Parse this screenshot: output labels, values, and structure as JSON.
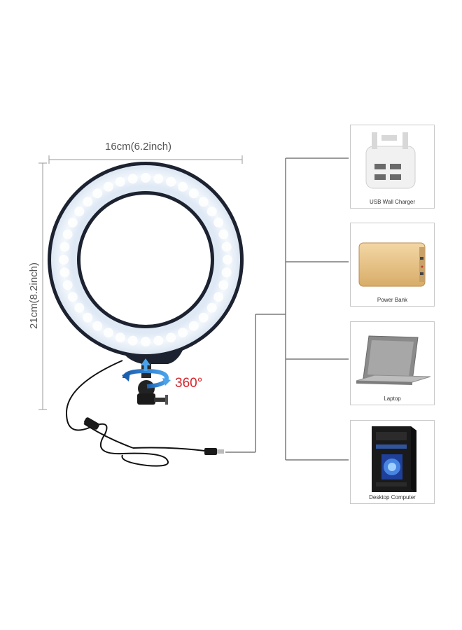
{
  "dimensions": {
    "width_label": "16cm(6.2inch)",
    "height_label": "21cm(8.2inch)"
  },
  "rotation": {
    "label": "360°",
    "color": "#d6262c"
  },
  "devices": [
    {
      "caption": "USB Wall Charger",
      "icon": "usb-wall-charger-icon"
    },
    {
      "caption": "Power Bank",
      "icon": "power-bank-icon"
    },
    {
      "caption": "Laptop",
      "icon": "laptop-icon"
    },
    {
      "caption": "Desktop Computer",
      "icon": "desktop-computer-icon"
    }
  ],
  "colors": {
    "ring_light": "#eef5fc",
    "ring_frame": "#1c2230",
    "connector_line": "#7a7a7a",
    "dimension_line": "#9a9a9a"
  }
}
